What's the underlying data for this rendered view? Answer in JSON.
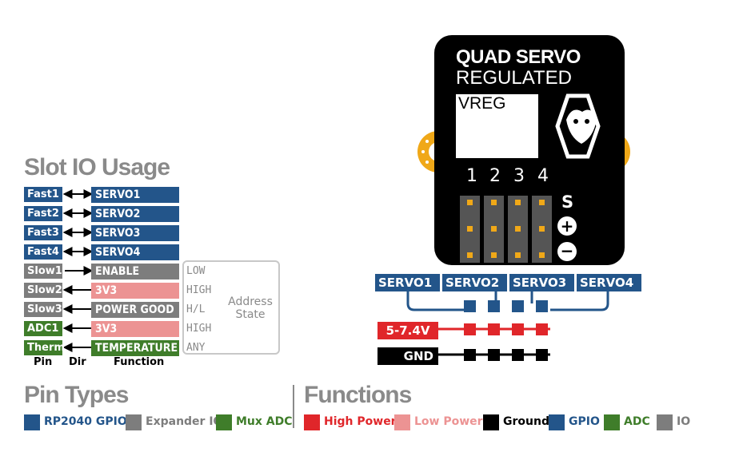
{
  "board": {
    "title_line1": "QUAD SERVO",
    "title_line2": "REGULATED",
    "vreg_label": "VREG",
    "channel_numbers": [
      "1",
      "2",
      "3",
      "4"
    ],
    "row_labels": [
      "S",
      "+",
      "−"
    ]
  },
  "slot_io": {
    "title": "Slot IO Usage",
    "rows": [
      {
        "pin": "Fast1",
        "func": "SERVO1",
        "pin_type": "blue",
        "func_type": "blue",
        "dir": "both"
      },
      {
        "pin": "Fast2",
        "func": "SERVO2",
        "pin_type": "blue",
        "func_type": "blue",
        "dir": "both"
      },
      {
        "pin": "Fast3",
        "func": "SERVO3",
        "pin_type": "blue",
        "func_type": "blue",
        "dir": "both"
      },
      {
        "pin": "Fast4",
        "func": "SERVO4",
        "pin_type": "blue",
        "func_type": "blue",
        "dir": "both"
      },
      {
        "pin": "Slow1",
        "func": "ENABLE",
        "pin_type": "grey",
        "func_type": "grey",
        "dir": "out",
        "state": "LOW"
      },
      {
        "pin": "Slow2",
        "func": "3V3",
        "pin_type": "grey",
        "func_type": "pink",
        "dir": "in",
        "state": "HIGH"
      },
      {
        "pin": "Slow3",
        "func": "POWER GOOD",
        "pin_type": "grey",
        "func_type": "grey",
        "dir": "in",
        "state": "H/L"
      },
      {
        "pin": "ADC1",
        "func": "3V3",
        "pin_type": "green",
        "func_type": "pink",
        "dir": "in",
        "state": "HIGH"
      },
      {
        "pin": "Therm",
        "func": "TEMPERATURE",
        "pin_type": "green",
        "func_type": "green",
        "dir": "in",
        "state": "ANY"
      }
    ],
    "address_state_line1": "Address",
    "address_state_line2": "State",
    "col_pin": "Pin",
    "col_dir": "Dir",
    "col_function": "Function"
  },
  "servo_labels": [
    "SERVO1",
    "SERVO2",
    "SERVO3",
    "SERVO4"
  ],
  "power_label": "5-7.4V",
  "gnd_label": "GND",
  "pin_types": {
    "title": "Pin Types",
    "items": [
      {
        "label": "RP2040 GPIO",
        "color": "#23558a"
      },
      {
        "label": "Expander IO",
        "color": "#7d7d7d"
      },
      {
        "label": "Mux ADC",
        "color": "#3f7d2a"
      }
    ]
  },
  "functions": {
    "title": "Functions",
    "items": [
      {
        "label": "High Power",
        "color": "#e0262a"
      },
      {
        "label": "Low Power",
        "color": "#ec9393"
      },
      {
        "label": "Ground",
        "color": "#000000"
      },
      {
        "label": "GPIO",
        "color": "#23558a"
      },
      {
        "label": "ADC",
        "color": "#3f7d2a"
      },
      {
        "label": "IO",
        "color": "#7d7d7d"
      }
    ]
  }
}
